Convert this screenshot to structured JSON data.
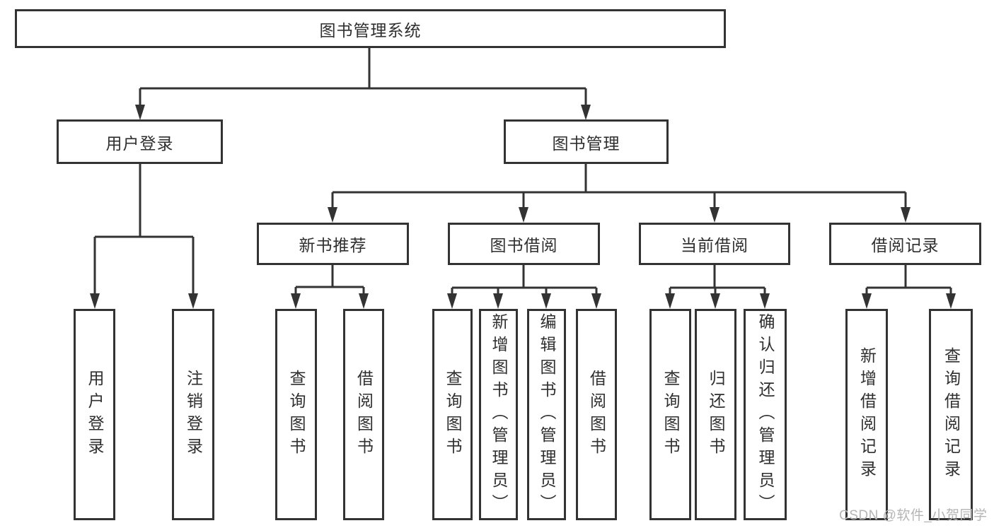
{
  "diagram_title": "图书管理系统",
  "tree": {
    "label": "图书管理系统",
    "children": [
      {
        "label": "用户登录",
        "children": [
          {
            "label": "用户登录"
          },
          {
            "label": "注销登录"
          }
        ]
      },
      {
        "label": "图书管理",
        "children": [
          {
            "label": "新书推荐",
            "children": [
              {
                "label": "查询图书"
              },
              {
                "label": "借阅图书"
              }
            ]
          },
          {
            "label": "图书借阅",
            "children": [
              {
                "label": "查询图书"
              },
              {
                "label": "新增图书（管理员）"
              },
              {
                "label": "编辑图书（管理员）"
              },
              {
                "label": "借阅图书"
              }
            ]
          },
          {
            "label": "当前借阅",
            "children": [
              {
                "label": "查询图书"
              },
              {
                "label": "归还图书"
              },
              {
                "label": "确认归还（管理员）"
              }
            ]
          },
          {
            "label": "借阅记录",
            "children": [
              {
                "label": "新增借阅记录"
              },
              {
                "label": "查询借阅记录"
              }
            ]
          }
        ]
      }
    ]
  },
  "watermark": {
    "text": "CSDN @软件_小贺同学"
  },
  "colors": {
    "line": "#333333",
    "text": "#2f2f2f",
    "watermark_color": "#b5b5b5",
    "background": "#ffffff"
  }
}
